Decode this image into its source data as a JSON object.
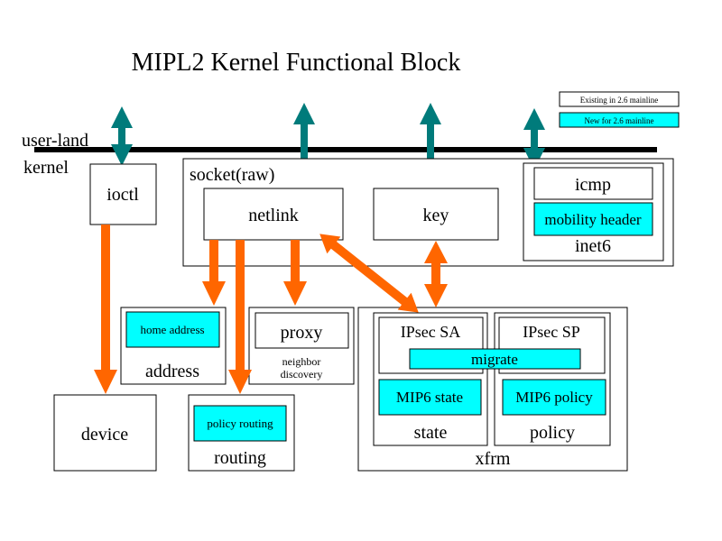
{
  "title": "MIPL2 Kernel Functional Block",
  "legend": {
    "existing": "Existing in 2.6 mainline",
    "new": "New for 2.6 mainline"
  },
  "boundary": {
    "user_land": "user-land",
    "kernel": "kernel"
  },
  "blocks": {
    "ioctl": "ioctl",
    "socket_raw": "socket(raw)",
    "netlink": "netlink",
    "key": "key",
    "icmp": "icmp",
    "mobility_header": "mobility header",
    "inet6": "inet6",
    "home_address": "home address",
    "address": "address",
    "proxy": "proxy",
    "neighbor_discovery_1": "neighbor",
    "neighbor_discovery_2": "discovery",
    "ipsec_sa": "IPsec SA",
    "ipsec_sp": "IPsec SP",
    "migrate": "migrate",
    "mip6_state": "MIP6 state",
    "mip6_policy": "MIP6 policy",
    "state": "state",
    "policy": "policy",
    "xfrm": "xfrm",
    "device": "device",
    "policy_routing": "policy routing",
    "routing": "routing"
  },
  "colors": {
    "new_fill": "#00ffff",
    "kernel_arrow": "#ff6600",
    "userland_arrow": "#007b7b",
    "line": "#000000"
  }
}
